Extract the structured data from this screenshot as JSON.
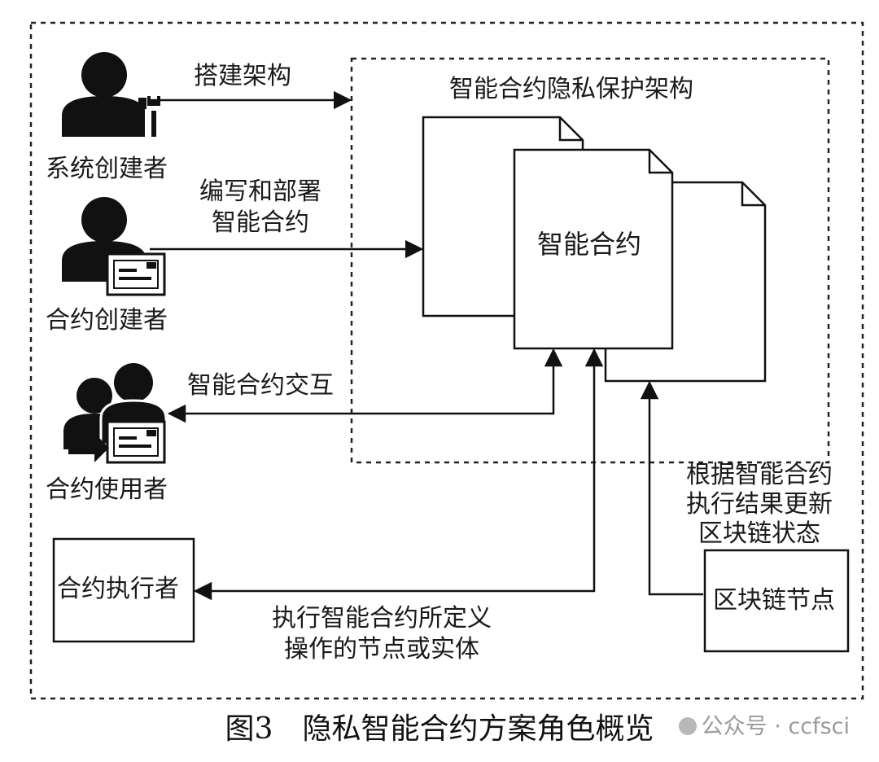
{
  "diagram": {
    "framework_title": "智能合约隐私保护架构",
    "contract_label": "智能合约",
    "roles": {
      "system_creator": "系统创建者",
      "contract_creator": "合约创建者",
      "contract_user": "合约使用者",
      "contract_executor": "合约执行者",
      "blockchain_node": "区块链节点"
    },
    "edges": {
      "build": "搭建架构",
      "write_deploy": [
        "编写和部署",
        "智能合约"
      ],
      "interact": "智能合约交互",
      "execute": [
        "执行智能合约所定义",
        "操作的节点或实体"
      ],
      "update_state": [
        "根据智能合约",
        "执行结果更新",
        "区块链状态"
      ]
    }
  },
  "caption": "图3　隐私智能合约方案角色概览",
  "watermark": "公众号 · ccfsci"
}
